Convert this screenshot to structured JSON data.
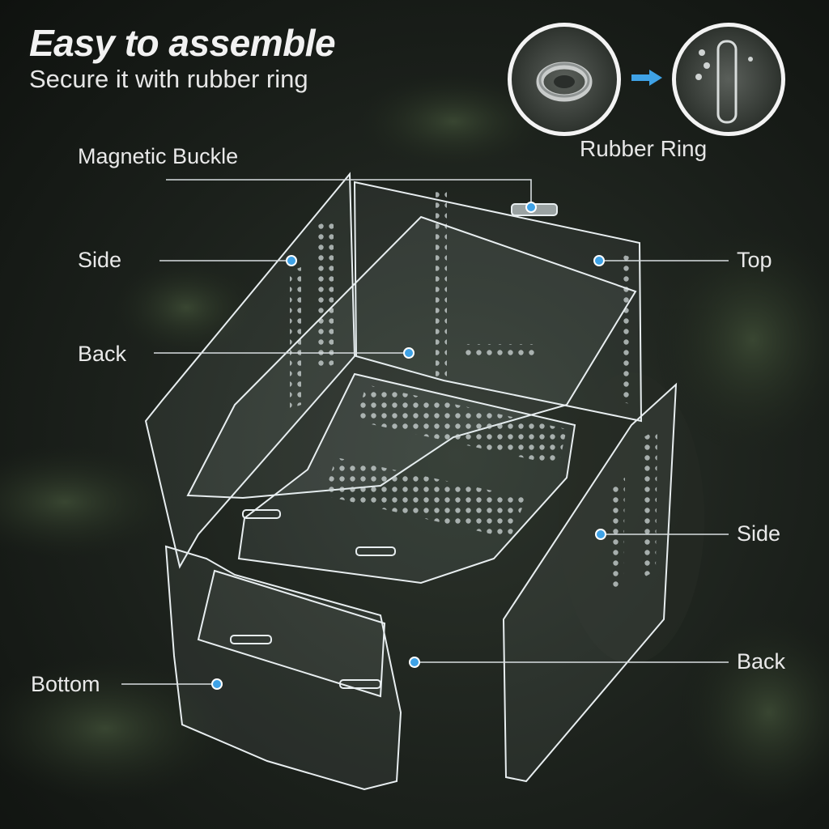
{
  "header": {
    "title": "Easy to assemble",
    "subtitle": "Secure it with rubber ring"
  },
  "callouts": {
    "rubber_ring": "Rubber Ring",
    "magnetic_buckle": "Magnetic Buckle",
    "side_left": "Side",
    "back_left": "Back",
    "bottom": "Bottom",
    "top": "Top",
    "side_right": "Side",
    "back_right": "Back"
  },
  "colors": {
    "accent_dot": "#3fa2e6",
    "arrow": "#3fa2e6",
    "panel_edge": "#e8eef0",
    "leader_line": "#d8dde0"
  },
  "icons": [
    "rubber-ring-closeup",
    "arrow-right-icon",
    "panel-hole-closeup"
  ]
}
